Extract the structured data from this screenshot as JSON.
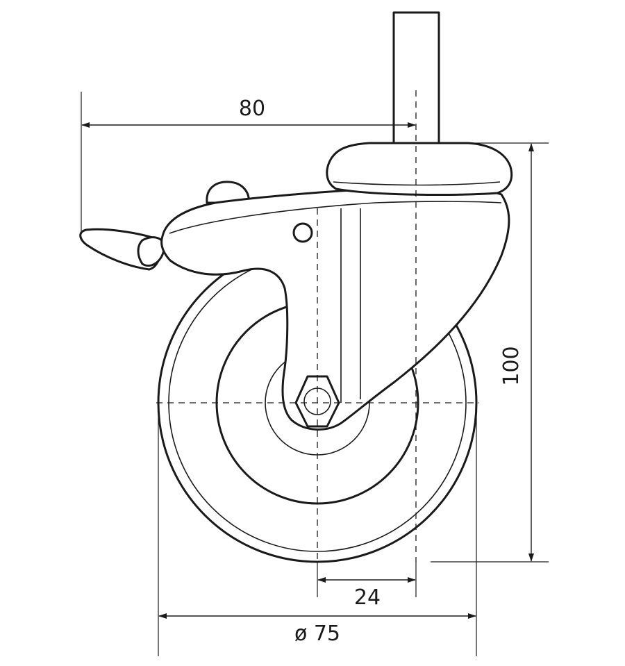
{
  "dimensions": {
    "overall_width": "80",
    "total_height": "100",
    "offset": "24",
    "wheel_diameter": "ø 75"
  },
  "colors": {
    "line": "#1a1a1a",
    "background": "#ffffff"
  }
}
